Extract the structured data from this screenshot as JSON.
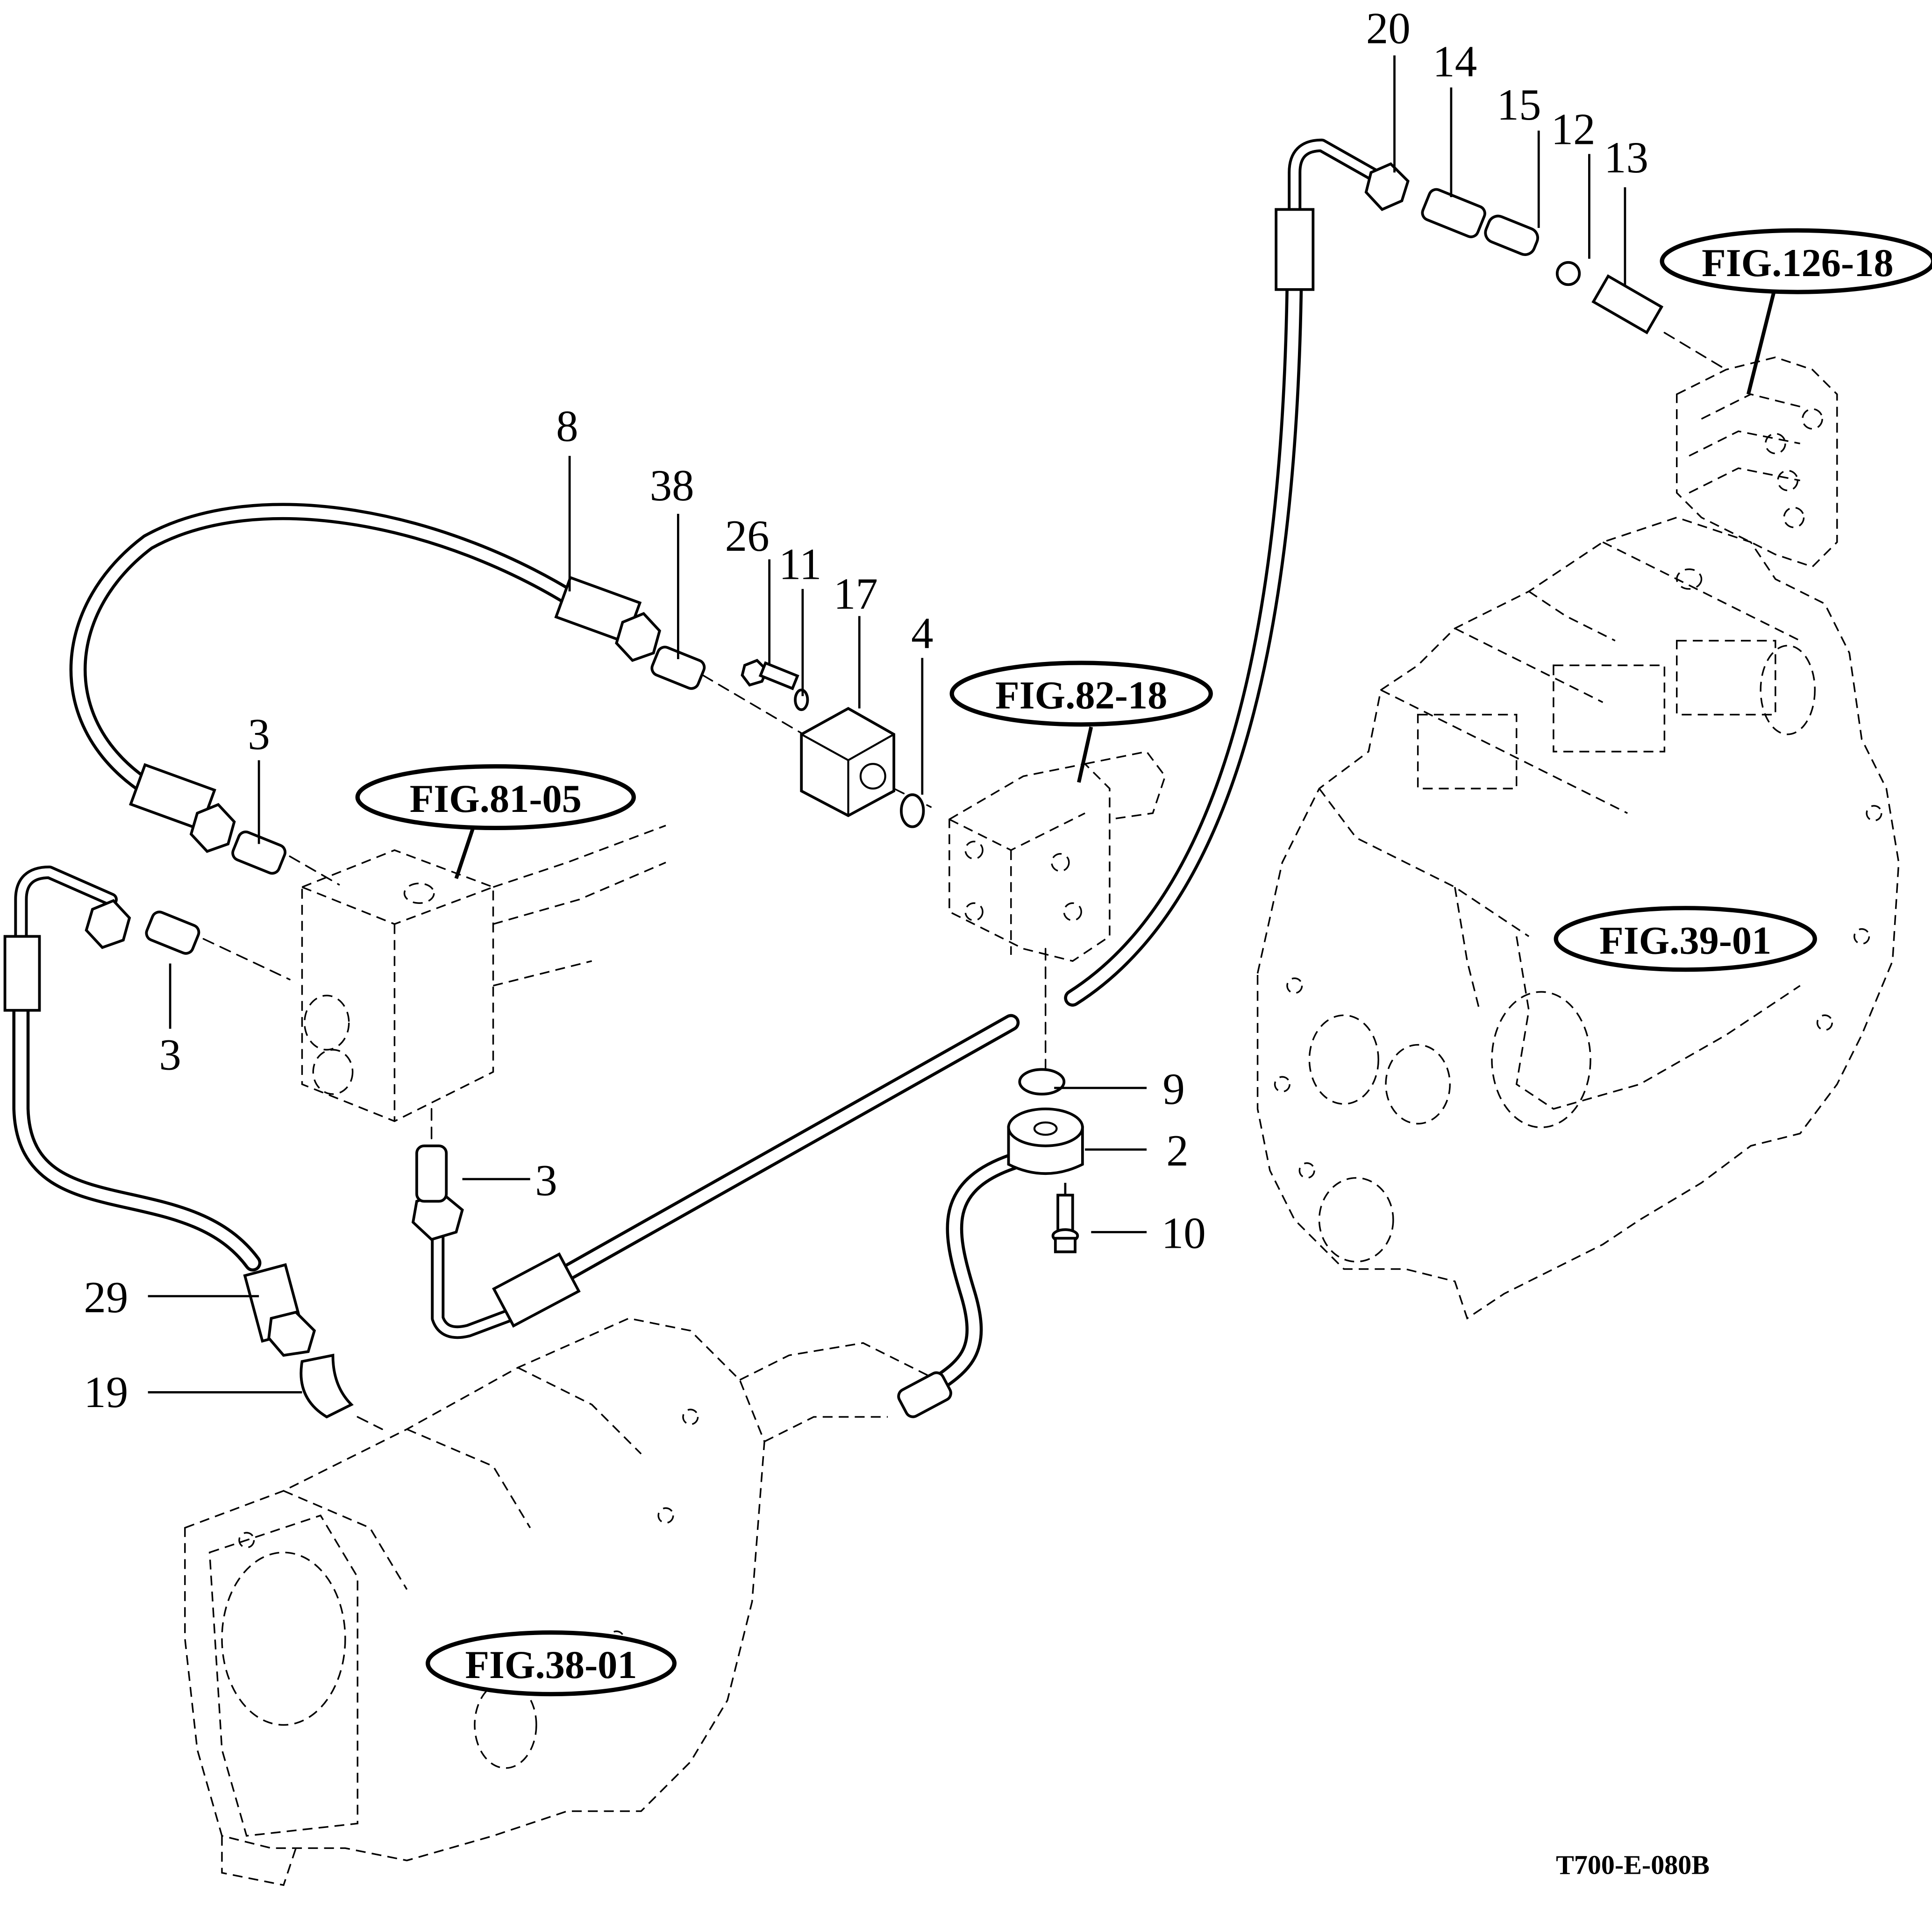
{
  "drawing": {
    "drawing_id": "T700-E-080B",
    "part_numbers": {
      "p20": "20",
      "p14": "14",
      "p15": "15",
      "p12": "12",
      "p13": "13",
      "p8": "8",
      "p38": "38",
      "p26": "26",
      "p11": "11",
      "p17": "17",
      "p4": "4",
      "p3_top": "3",
      "p3_mid": "3",
      "p3_low": "3",
      "p9": "9",
      "p2": "2",
      "p10": "10",
      "p29": "29",
      "p19": "19"
    },
    "figure_references": {
      "fig126": "FIG.126-18",
      "fig82": "FIG.82-18",
      "fig81": "FIG.81-05",
      "fig39": "FIG.39-01",
      "fig38": "FIG.38-01"
    }
  }
}
